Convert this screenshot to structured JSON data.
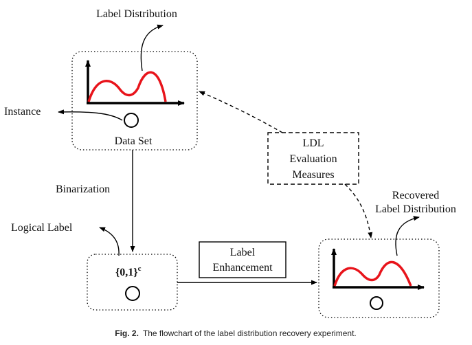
{
  "labels": {
    "label_distribution": "Label Distribution",
    "instance": "Instance",
    "data_set": "Data Set",
    "binarization": "Binarization",
    "logical_label": "Logical Label",
    "logical_set": "{0,1}",
    "logical_set_sup": "c",
    "ldl_line1": "LDL",
    "ldl_line2": "Evaluation",
    "ldl_line3": "Measures",
    "le_line1": "Label",
    "le_line2": "Enhancement",
    "recovered_line1": "Recovered",
    "recovered_line2": "Label Distribution"
  },
  "caption": {
    "fig_label": "Fig. 2.",
    "text": "The flowchart of the label distribution recovery experiment."
  },
  "colors": {
    "curve": "#e8141b",
    "line": "#000000"
  }
}
